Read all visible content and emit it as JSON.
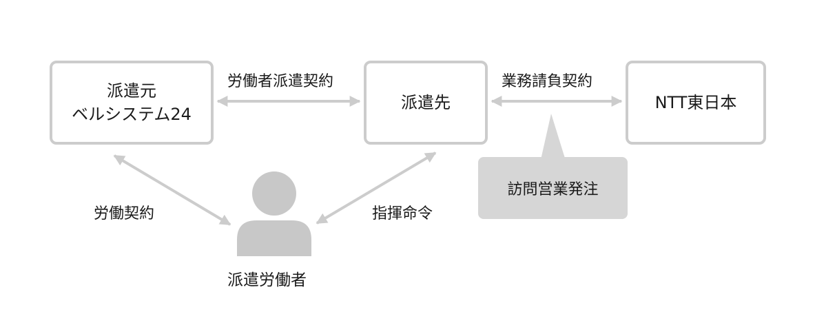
{
  "nodes": {
    "haken_moto": {
      "line1": "派遣元",
      "line2": "ベルシステム24"
    },
    "hakensaki": {
      "label": "派遣先"
    },
    "ntt": {
      "label": "NTT東日本"
    }
  },
  "relations": {
    "roudousha_haken_keiyaku": "労働者派遣契約",
    "gyoumu_ukeoi_keiyaku": "業務請負契約",
    "roudou_keiyaku": "労働契約",
    "shiki_meirei": "指揮命令"
  },
  "callout": {
    "label": "訪問営業発注"
  },
  "worker": {
    "label": "派遣労働者",
    "icon": "person-icon"
  },
  "colors": {
    "border": "#cccccc",
    "arrow": "#cccccc",
    "callout_bg": "#d6d6d6",
    "person": "#c8c8c8",
    "text": "#1a1a1a"
  }
}
